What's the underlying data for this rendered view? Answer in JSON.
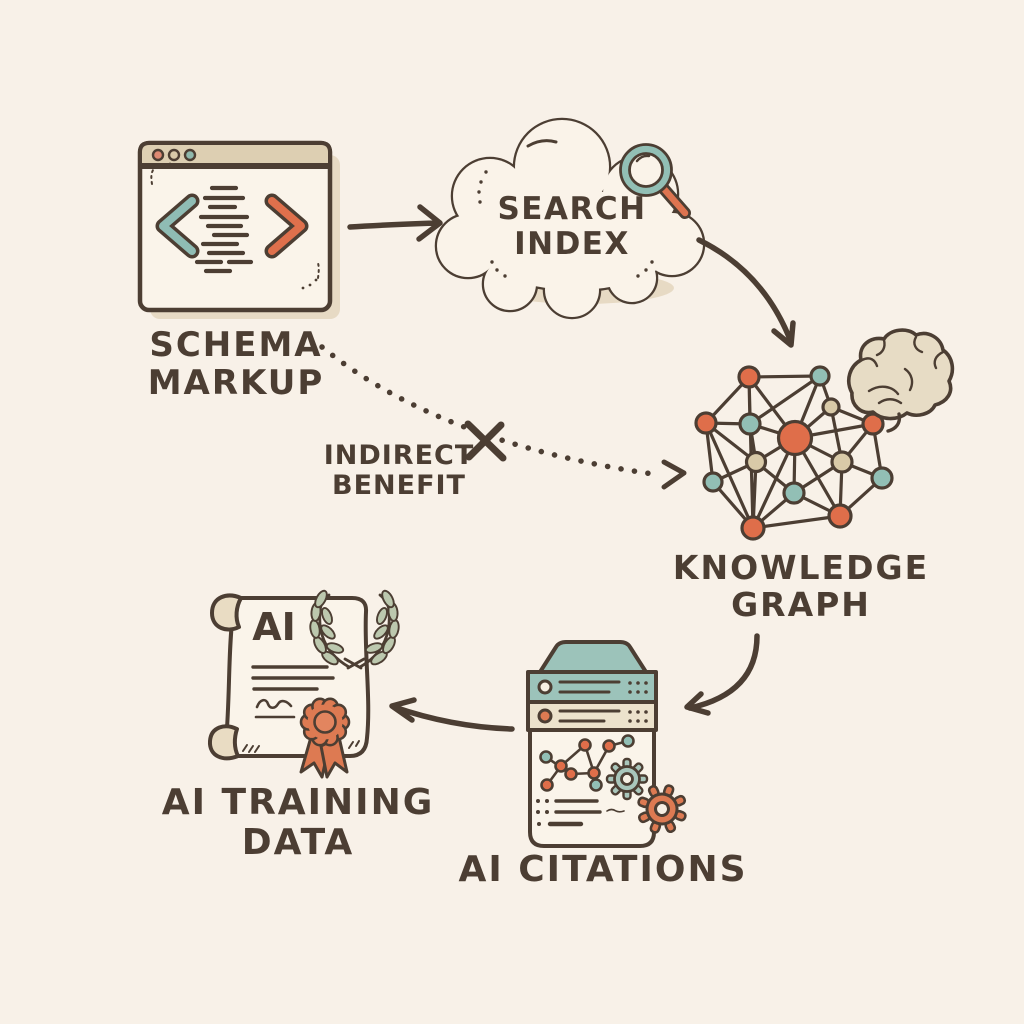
{
  "diagram": {
    "type": "flow-diagram",
    "style": "hand-drawn",
    "flow": [
      "SCHEMA MARKUP",
      "SEARCH INDEX",
      "KNOWLEDGE GRAPH",
      "AI CITATIONS",
      "AI TRAINING DATA"
    ]
  },
  "nodes": {
    "schema_markup": {
      "label": "SCHEMA\nMARKUP",
      "icon": "browser-code-icon"
    },
    "search_index": {
      "label": "SEARCH\nINDEX",
      "icon": "cloud-icon",
      "badge": "magnifier-icon"
    },
    "knowledge_graph": {
      "label": "KNOWLEDGE\nGRAPH",
      "icon": "network-graph-icon",
      "badge": "brain-icon"
    },
    "ai_citations": {
      "label": "AI CITATIONS",
      "icon": "server-document-icon"
    },
    "ai_training_data": {
      "label": "AI TRAINING\nDATA",
      "icon": "certificate-scroll-icon",
      "certificate_text": "AI"
    }
  },
  "edges": {
    "schema_to_search": {
      "style": "solid-arrow"
    },
    "search_to_knowledge": {
      "style": "curved-arrow"
    },
    "knowledge_to_citations": {
      "style": "curved-arrow"
    },
    "citations_to_training": {
      "style": "curved-arrow"
    },
    "indirect": {
      "label": "INDIRECT\nBENEFIT",
      "style": "dotted-arrow",
      "blocked": true
    }
  },
  "icons": {
    "browser_dots": [
      "orange-dot",
      "beige-dot",
      "teal-dot"
    ],
    "code_chevrons": [
      "teal-open-chevron",
      "orange-close-chevron"
    ],
    "gears": [
      "teal-gear",
      "orange-gear"
    ],
    "award": "rosette-ribbon-icon",
    "wreath": "laurel-wreath-icon"
  },
  "colors": {
    "background": "#f8f1e8",
    "ink": "#4c3e33",
    "teal": "#92bfb5",
    "orange": "#df704c",
    "beige": "#ddcfb2",
    "cream": "#ece2cc",
    "sage": "#bcc8ae",
    "paper": "#faf4ea",
    "brain": "#e7dcc5"
  }
}
